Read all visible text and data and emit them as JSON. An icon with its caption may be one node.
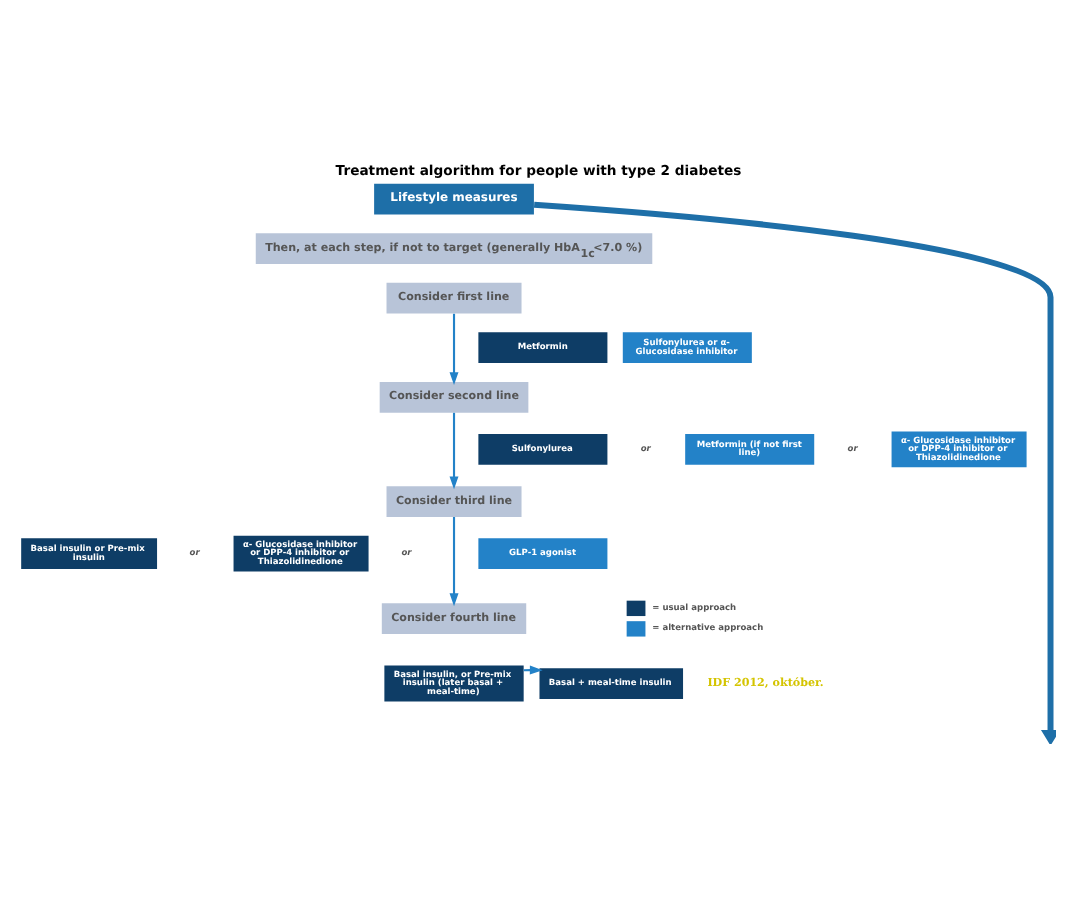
{
  "diagram": {
    "title": "Treatment algorithm for people with type 2 diabetes",
    "nodes": [
      {
        "text": [
          "Lifestyle measures"
        ]
      },
      {
        "text": [
          "Then, at each step, if not to target (generally HbA$_{1c}$<7.0 %)"
        ]
      },
      {
        "text": [
          "Consider first line"
        ]
      },
      {
        "text": [
          "Metformin"
        ]
      },
      {
        "text": [
          "Sulfonylurea or α- Glucosidase inhibitor"
        ]
      },
      {
        "text": [
          "Consider second line"
        ]
      },
      {
        "text": [
          "Sulfonylurea"
        ]
      },
      {
        "text": [
          "Metformin (if not first line)"
        ]
      },
      {
        "text": [
          "α- Glucosidase inhibitor or DPP-4 inhibitor or Thiazolidinedione"
        ]
      },
      {
        "text": [
          "Consider third line"
        ]
      },
      {
        "text": [
          "Basal insulin or Pre-mix insulin"
        ]
      },
      {
        "text": [
          "α- Glucosidase inhibitor or DPP-4 inhibitor or Thiazolidinedione"
        ]
      },
      {
        "text": [
          "GLP-1 agonist"
        ]
      },
      {
        "text": [
          "Consider fourth line"
        ]
      },
      {
        "text": [
          "Basal + meal-time insulin"
        ]
      },
      {
        "text": [
          "Basal insulin, or Pre-mix insulin (later basal + meal-time)"
        ]
      }
    ],
    "edges": [
      {
        "from": 0,
        "to": null,
        "arrow": "to",
        "style": "thick",
        "color": "#1e6fa8"
      },
      {
        "from": 2,
        "to": 5,
        "arrow": "to"
      },
      {
        "from": 5,
        "to": 9,
        "arrow": "to"
      },
      {
        "from": 9,
        "to": 13,
        "arrow": "to"
      },
      {
        "from": 15,
        "to": 14,
        "arrow": "to"
      }
    ],
    "labels": [
      "or",
      "or",
      "or",
      "or",
      "IDF 2012, október."
    ],
    "legend": [
      {
        "text": "= usual approach",
        "color": "#0e3d66"
      },
      {
        "text": "= alternative approach",
        "color": "#2382c8"
      }
    ]
  }
}
